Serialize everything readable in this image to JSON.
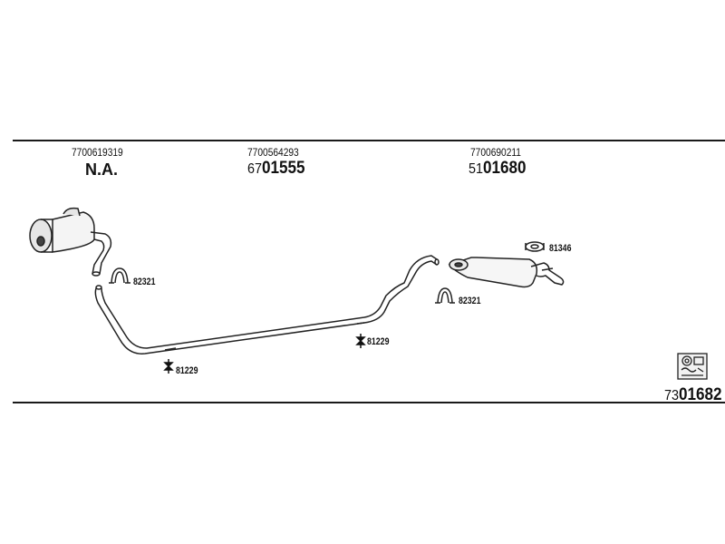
{
  "header": {
    "columns": [
      {
        "oem": "7700619319",
        "code_prefix": "",
        "code_main": "N.A."
      },
      {
        "oem": "7700564293",
        "code_prefix": "67",
        "code_main": "01555"
      },
      {
        "oem": "7700690211",
        "code_prefix": "51",
        "code_main": "01680"
      }
    ]
  },
  "parts": {
    "clamp_left": "82321",
    "clamp_right": "82321",
    "hanger_mid": "81229",
    "hanger_left": "81229",
    "gasket": "81346"
  },
  "footer": {
    "kit_prefix": "73",
    "kit_main": "01682",
    "icon": "parts-kit-icon"
  }
}
